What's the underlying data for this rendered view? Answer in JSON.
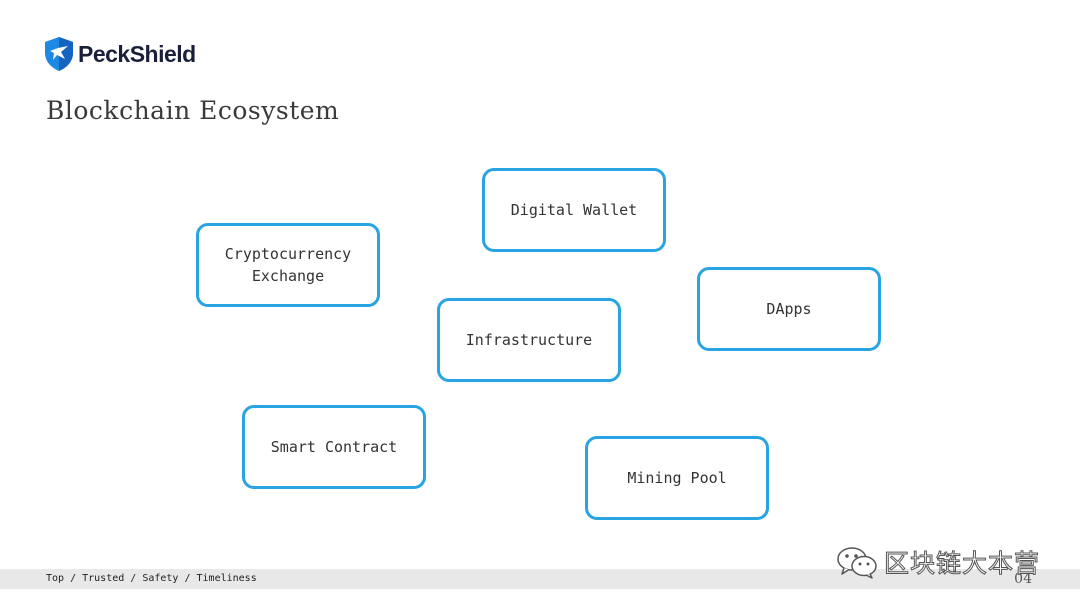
{
  "logo": {
    "text": "PeckShield",
    "icon": "shield-bird-icon",
    "colors": {
      "shield": "#1e88e5",
      "text": "#1a1f3a"
    }
  },
  "slide": {
    "title": "Blockchain Ecosystem",
    "nodes": [
      {
        "id": "wallet",
        "label": "Digital Wallet"
      },
      {
        "id": "exchange",
        "label": "Cryptocurrency\nExchange"
      },
      {
        "id": "dapps",
        "label": "DApps"
      },
      {
        "id": "infra",
        "label": "Infrastructure"
      },
      {
        "id": "smart",
        "label": "Smart Contract"
      },
      {
        "id": "mining",
        "label": "Mining Pool"
      }
    ],
    "node_border_color": "#27a4e1"
  },
  "footer": {
    "tagline": "Top / Trusted / Safety / Timeliness",
    "page_number": "04"
  },
  "watermark": {
    "icon": "wechat-icon",
    "text": "区块链大本营"
  }
}
